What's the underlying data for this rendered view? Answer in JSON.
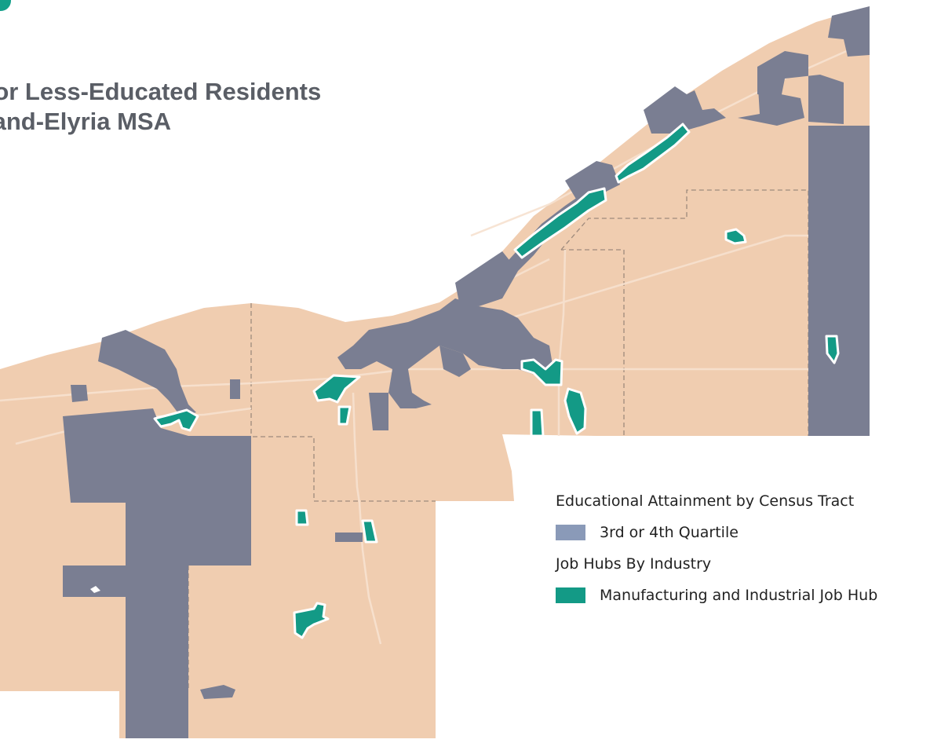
{
  "title": {
    "line1": "for Less-Educated Residents",
    "line2": "land-Elyria MSA"
  },
  "legend": {
    "attainment_heading": "Educational Attainment by Census Tract",
    "quartile_label": "3rd or 4th Quartile",
    "hubs_heading": "Job Hubs By Industry",
    "hub_label": "Manufacturing and Industrial Job Hub"
  },
  "colors": {
    "land": "#f0cdb0",
    "quartile_legend": "#8a9ab8",
    "quartile_map": "#7a7e92",
    "job_hub": "#139a86",
    "roads": "#f7e2d0",
    "boundaries": "#8a7a70",
    "accent": "#14a08a"
  }
}
